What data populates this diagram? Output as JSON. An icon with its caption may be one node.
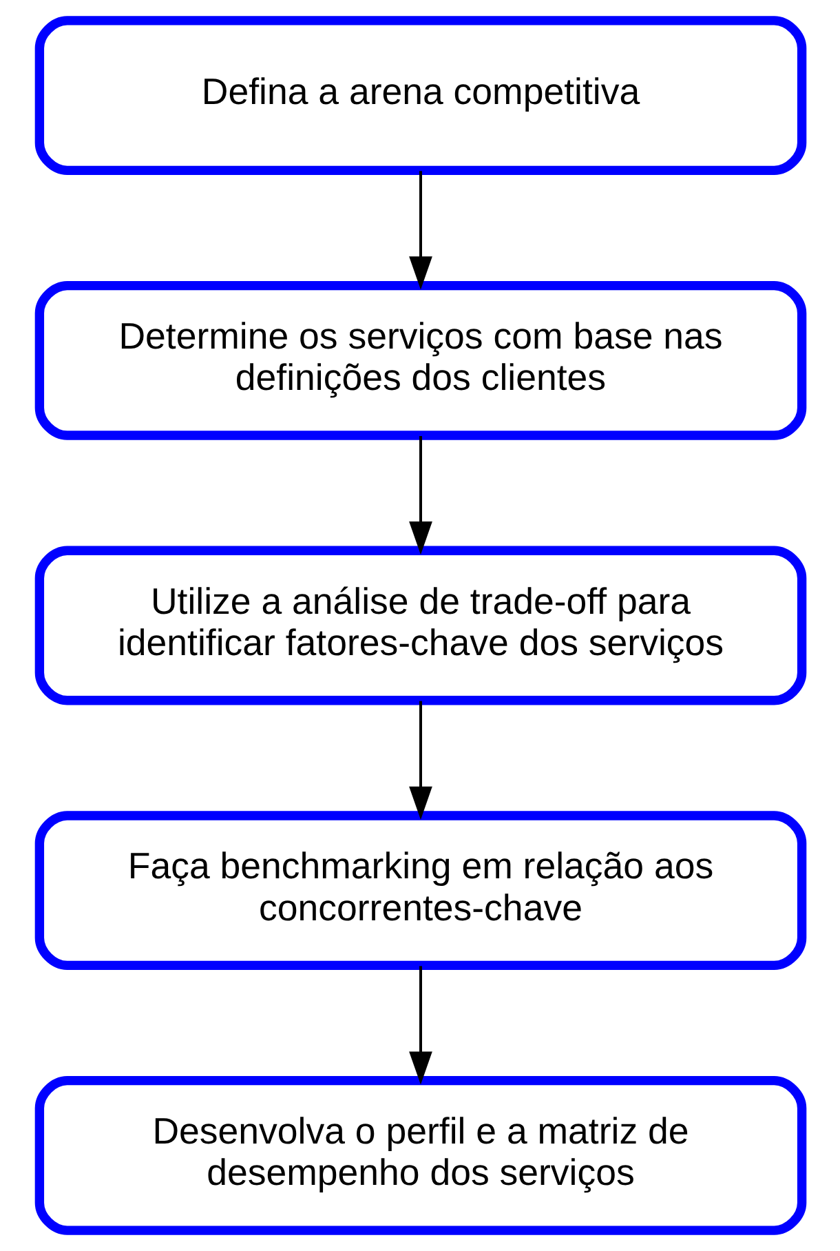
{
  "diagram": {
    "nodes": [
      {
        "text": [
          "Defina a arena competitiva"
        ]
      },
      {
        "text": [
          "Determine os serviços com base nas definições dos clientes"
        ]
      },
      {
        "text": [
          "Utilize a análise de trade-off para identificar fatores-chave dos serviços"
        ]
      },
      {
        "text": [
          "Faça benchmarking em relação aos concorrentes-chave"
        ]
      },
      {
        "text": [
          "Desenvolva o perfil e a matriz de desempenho dos serviços"
        ]
      }
    ],
    "edges": [
      {
        "from": 0,
        "to": 1,
        "arrow": "to"
      },
      {
        "from": 1,
        "to": 2,
        "arrow": "to"
      },
      {
        "from": 2,
        "to": 3,
        "arrow": "to"
      },
      {
        "from": 3,
        "to": 4,
        "arrow": "to"
      }
    ]
  }
}
